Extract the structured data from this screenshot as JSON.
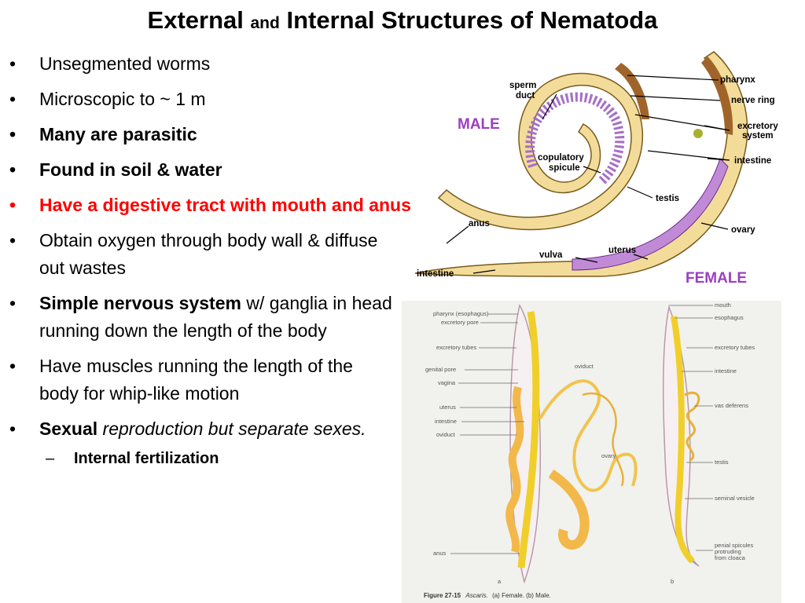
{
  "title": {
    "part1": "External",
    "part2": "and",
    "part3": "Internal Structures of  Nematoda"
  },
  "bullets": [
    {
      "text": "Unsegmented worms"
    },
    {
      "text": "Microscopic to ~ 1 m"
    },
    {
      "text": "Many are parasitic"
    },
    {
      "text": "Found in soil & water"
    },
    {
      "text": "Have a digestive tract with mouth and anus"
    },
    {
      "text": "Obtain oxygen through body wall & diffuse out wastes"
    },
    {
      "bold": "Simple nervous system",
      "rest": " w/ ganglia in head running down the length of the body"
    },
    {
      "text": "Have muscles running the length of the body for whip-like motion"
    },
    {
      "bold": "Sexual",
      "italic": " reproduction but separate sexes."
    }
  ],
  "sub_bullets": [
    {
      "text": "Internal fertilization"
    }
  ],
  "bullet_glyph": "•",
  "dash_glyph": "–",
  "worm_figure": {
    "male_label": "MALE",
    "female_label": "FEMALE",
    "labels": {
      "sperm_duct_1": "sperm",
      "sperm_duct_2": "duct",
      "pharynx": "pharynx",
      "nerve_ring": "nerve ring",
      "excretory_1": "excretory",
      "excretory_2": "system",
      "intestine_top": "intestine",
      "copulatory_1": "copulatory",
      "copulatory_2": "spicule",
      "testis": "testis",
      "anus": "anus",
      "ovary": "ovary",
      "uterus": "uterus",
      "vulva": "vulva",
      "intestine_bottom": "intestine"
    },
    "colors": {
      "male": "#9a3fc0",
      "female": "#9a3fc0",
      "body": "#f3dc9a",
      "purple": "#b67fd0",
      "brown": "#a0642a"
    }
  },
  "ascaris_figure": {
    "left_labels": {
      "l1": "pharynx (esophagus)",
      "l2": "excretory pore",
      "l3": "excretory tubes",
      "l4": "genital pore",
      "l5": "vagina",
      "l6": "uterus",
      "l7": "intestine",
      "l8": "oviduct",
      "l9": "anus"
    },
    "mid_labels": {
      "oviduct": "oviduct",
      "ovary": "ovary"
    },
    "right_labels": {
      "r1": "mouth",
      "r2": "esophagus",
      "r3": "excretory tubes",
      "r4": "intestine",
      "r5": "vas deferens",
      "r6": "testis",
      "r7": "seminal vesicle",
      "r8a": "penial spicules",
      "r8b": "protruding",
      "r8c": "from cloaca"
    },
    "panel_a": "a",
    "panel_b": "b",
    "caption_fig": "Figure 27-15",
    "caption_genus": "Ascaris.",
    "caption_rest": "(a) Female. (b) Male."
  }
}
